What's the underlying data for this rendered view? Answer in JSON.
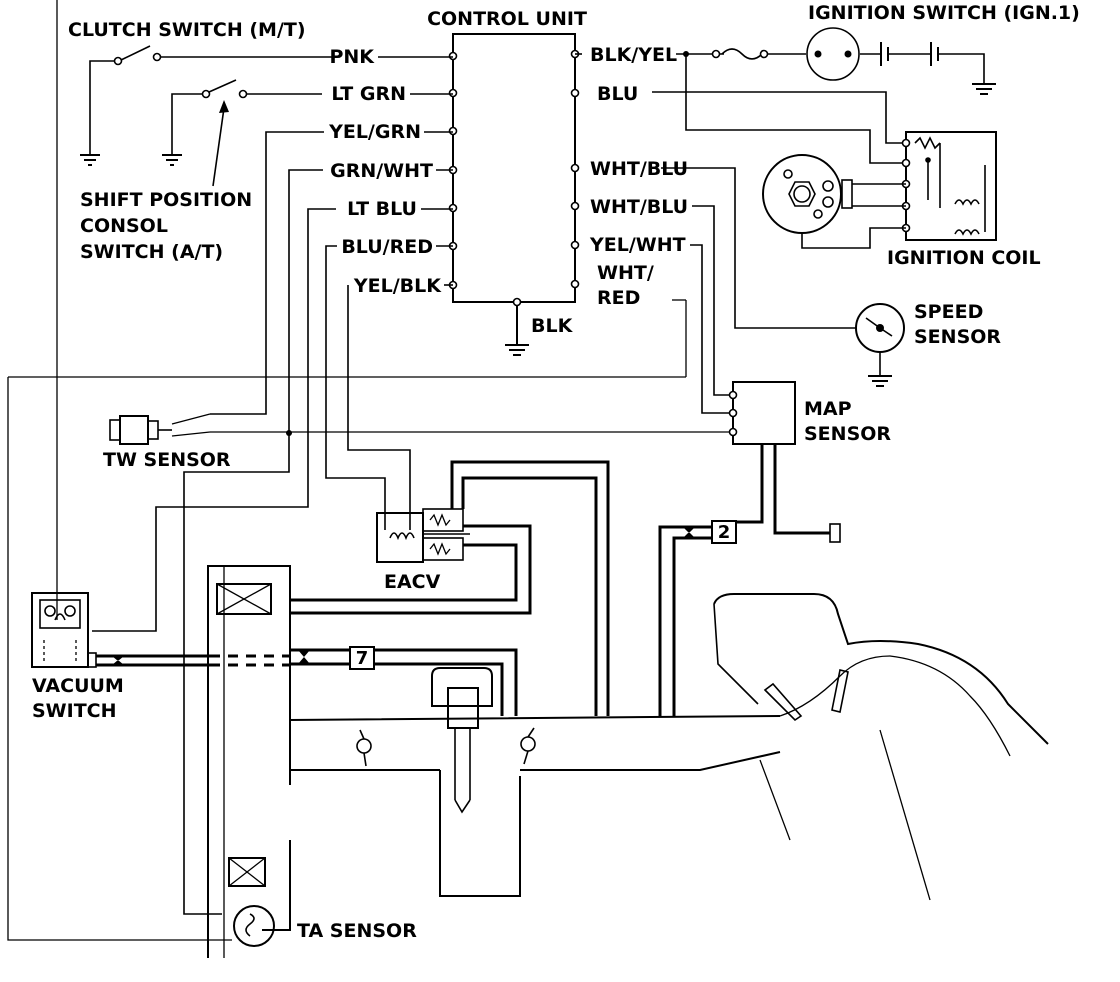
{
  "diagram": {
    "control_unit": {
      "title": "CONTROL UNIT",
      "left_pins": [
        "PNK",
        "LT GRN",
        "YEL/GRN",
        "GRN/WHT",
        "LT BLU",
        "BLU/RED",
        "YEL/BLK"
      ],
      "right_pins": [
        "BLK/YEL",
        "BLU",
        "WHT/BLU",
        "WHT/BLU",
        "YEL/WHT",
        "WHT/",
        "RED"
      ],
      "ground": "BLK"
    },
    "components": {
      "clutch_switch": "CLUTCH SWITCH (M/T)",
      "shift_switch": [
        "SHIFT POSITION",
        "CONSOL",
        "SWITCH (A/T)"
      ],
      "ignition_switch": "IGNITION SWITCH (IGN.1)",
      "ignition_coil": "IGNITION COIL",
      "speed_sensor": [
        "SPEED",
        "SENSOR"
      ],
      "map_sensor": [
        "MAP",
        "SENSOR"
      ],
      "tw_sensor": "TW SENSOR",
      "eacv": "EACV",
      "vacuum_switch": [
        "VACUUM",
        "SWITCH"
      ],
      "ta_sensor": "TA SENSOR"
    },
    "hose_tags": [
      "7",
      "2"
    ]
  }
}
